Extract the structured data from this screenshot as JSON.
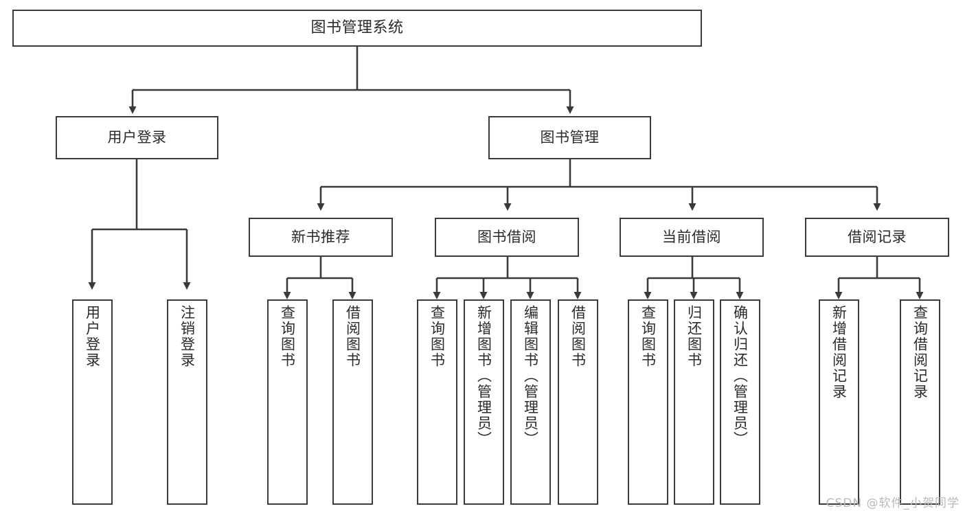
{
  "diagram": {
    "title": "图书管理系统",
    "watermark": "CSDN @软件_小贺同学",
    "colors": {
      "border": "#3a3a3a",
      "background": "#ffffff",
      "text": "#2b2b2b",
      "wire": "#3a3a3a",
      "watermark": "#b9b9b9"
    },
    "nodes": {
      "root": {
        "label": "图书管理系统"
      },
      "level2": [
        {
          "label": "用户登录"
        },
        {
          "label": "图书管理"
        }
      ],
      "level3": [
        {
          "label": "新书推荐"
        },
        {
          "label": "图书借阅"
        },
        {
          "label": "当前借阅"
        },
        {
          "label": "借阅记录"
        }
      ],
      "leaves": {
        "user_login": [
          {
            "label": "用户登录"
          },
          {
            "label": "注销登录"
          }
        ],
        "new_book": [
          {
            "label": "查询图书"
          },
          {
            "label": "借阅图书"
          }
        ],
        "book_borrow": [
          {
            "label": "查询图书"
          },
          {
            "label": "新增图书（管理员）"
          },
          {
            "label": "编辑图书（管理员）"
          },
          {
            "label": "借阅图书"
          }
        ],
        "current_borrow": [
          {
            "label": "查询图书"
          },
          {
            "label": "归还图书"
          },
          {
            "label": "确认归还（管理员）"
          }
        ],
        "borrow_record": [
          {
            "label": "新增借阅记录"
          },
          {
            "label": "查询借阅记录"
          }
        ]
      }
    }
  }
}
